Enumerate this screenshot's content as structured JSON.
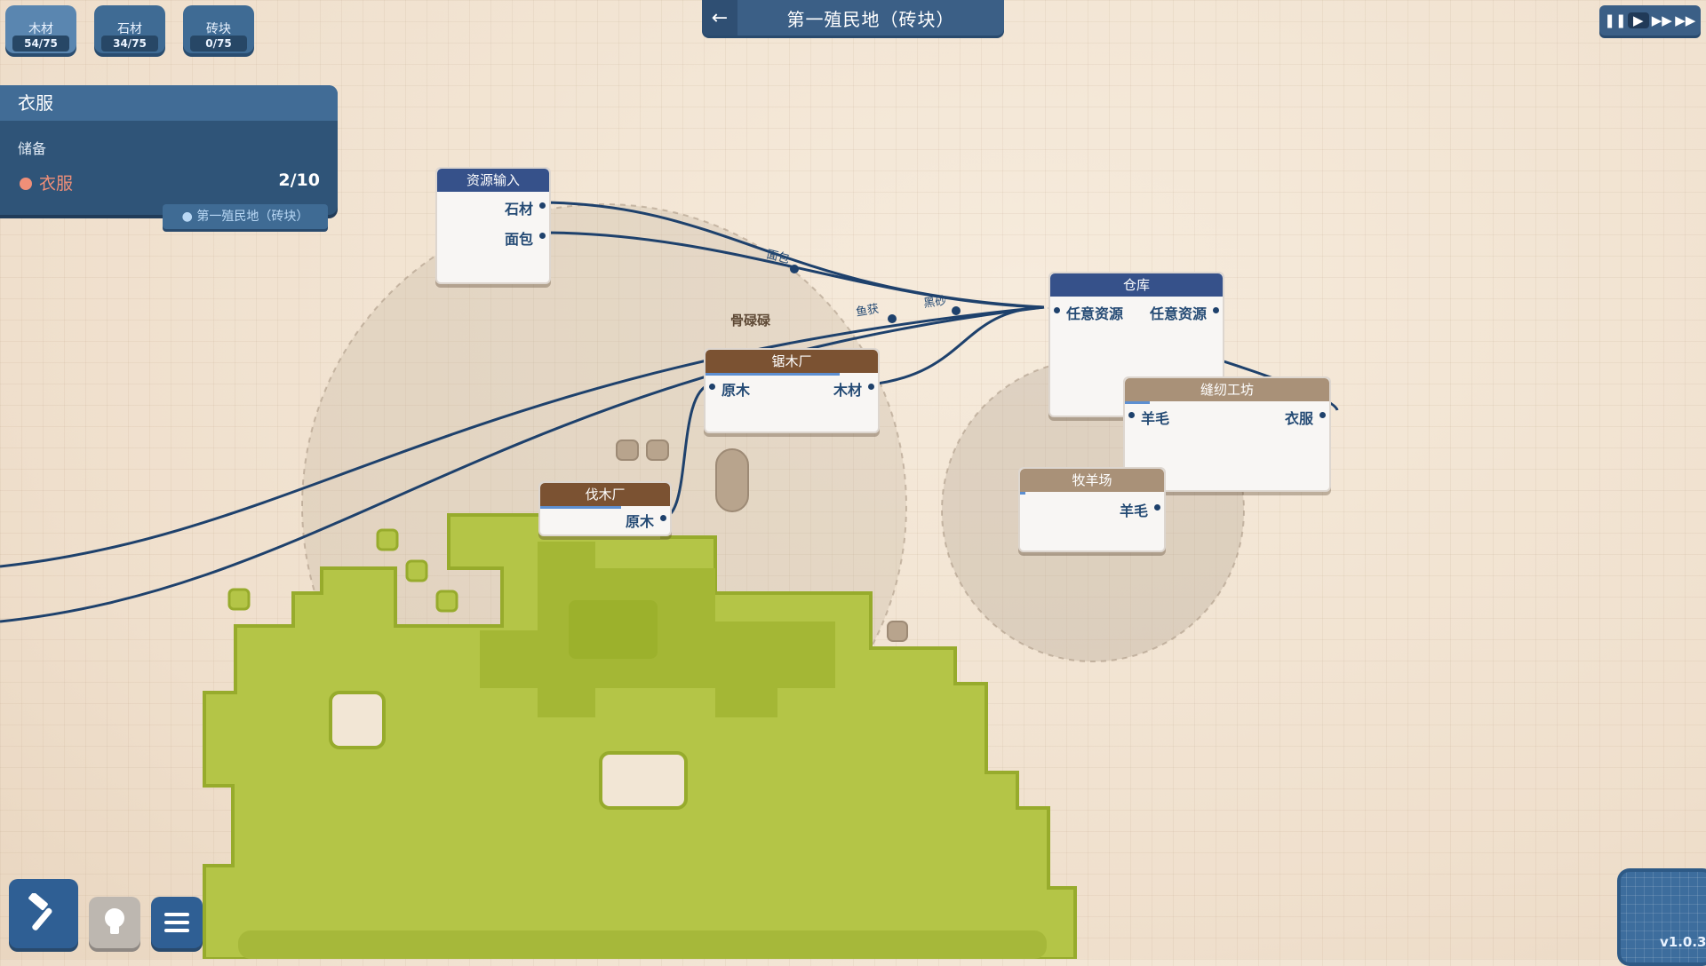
{
  "resources": [
    {
      "name": "木材",
      "count": "54/75"
    },
    {
      "name": "石材",
      "count": "34/75"
    },
    {
      "name": "砖块",
      "count": "0/75"
    }
  ],
  "header": {
    "title": "第一殖民地（砖块）",
    "back_icon": "arrow-left-icon"
  },
  "speed_controls": {
    "icons": [
      "pause-icon",
      "play-icon",
      "fast-forward-icon",
      "fastest-icon"
    ]
  },
  "inspector": {
    "title": "衣服",
    "section": "储备",
    "item_label": "衣服",
    "item_count": "2/10",
    "location": "第一殖民地（砖块）",
    "accent": "#f08f78"
  },
  "nodes": {
    "resource_input": {
      "title": "资源输入",
      "outputs": [
        "石材",
        "面包"
      ]
    },
    "warehouse": {
      "title": "仓库",
      "input": "任意资源",
      "output": "任意资源"
    },
    "sawmill": {
      "title": "锯木厂",
      "input": "原木",
      "output": "木材"
    },
    "lumberjack": {
      "title": "伐木厂",
      "output": "原木"
    },
    "tailor": {
      "title": "缝纫工坊",
      "input": "羊毛",
      "output": "衣服"
    },
    "sheep_farm": {
      "title": "牧羊场",
      "output": "羊毛"
    }
  },
  "map_labels": {
    "area_name": "骨碌碌",
    "link_bread": "面包",
    "link_fish": "鱼获",
    "link_misc": "黑砂"
  },
  "bottom_toolbar": {
    "icons": [
      "hammer-icon",
      "lightbulb-icon",
      "menu-icon"
    ]
  },
  "version": "v1.0.3"
}
